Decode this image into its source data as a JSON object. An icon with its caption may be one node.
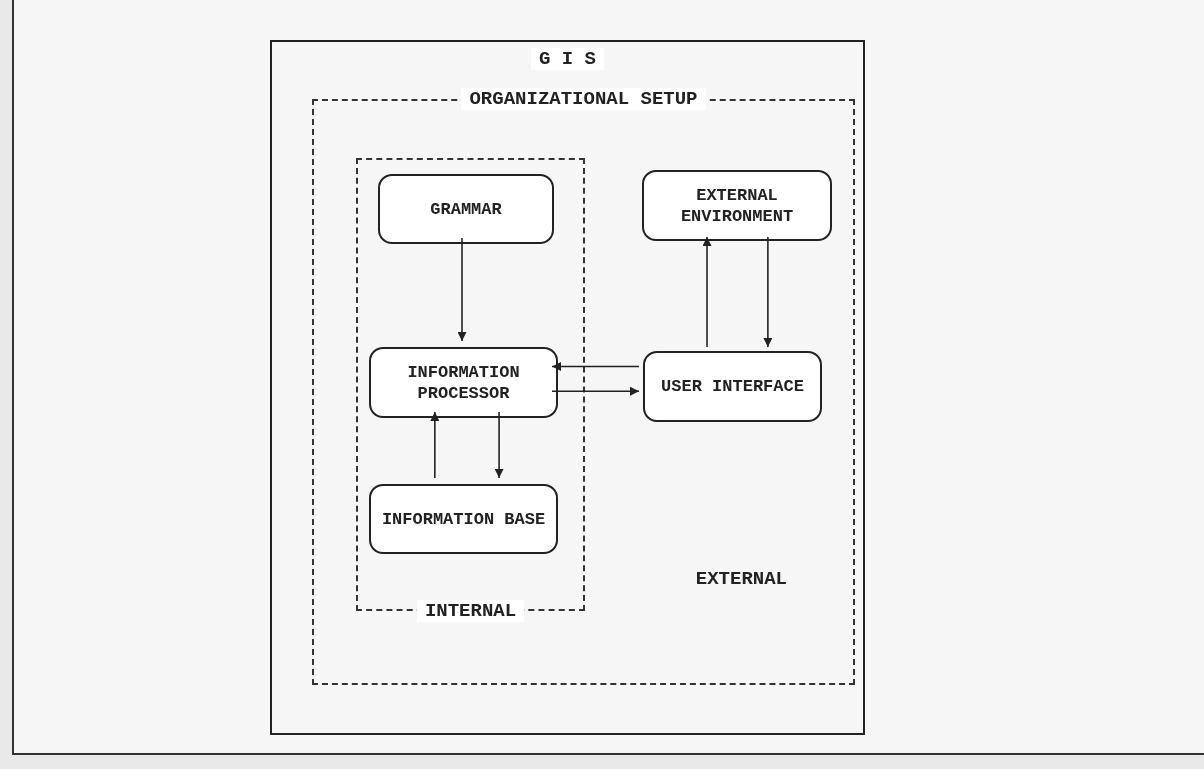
{
  "diagram": {
    "nodes": [
      {
        "text": [
          "G I S"
        ]
      },
      {
        "text": [
          "ORGANIZATIONAL SETUP",
          "EXTERNAL"
        ],
        "in": 0
      },
      {
        "text": [
          "INTERNAL"
        ],
        "in": 1
      },
      {
        "text": [
          "GRAMMAR"
        ],
        "in": 2
      },
      {
        "text": [
          "INFORMATION PROCESSOR"
        ],
        "in": 2
      },
      {
        "text": [
          "INFORMATION BASE"
        ],
        "in": 2
      },
      {
        "text": [
          "EXTERNAL ENVIRONMENT"
        ],
        "in": 1
      },
      {
        "text": [
          "USER INTERFACE"
        ],
        "in": 1
      }
    ],
    "edges": [
      {
        "from": 3,
        "to": 4,
        "arrow": "to"
      },
      {
        "from": 7,
        "to": 4,
        "arrow": "to"
      },
      {
        "from": 4,
        "to": 7,
        "arrow": "to"
      },
      {
        "from": 4,
        "to": 5,
        "arrow": "to"
      },
      {
        "from": 5,
        "to": 4,
        "arrow": "to"
      },
      {
        "from": 7,
        "to": 6,
        "arrow": "to"
      },
      {
        "from": 6,
        "to": 7,
        "arrow": "to"
      }
    ]
  }
}
